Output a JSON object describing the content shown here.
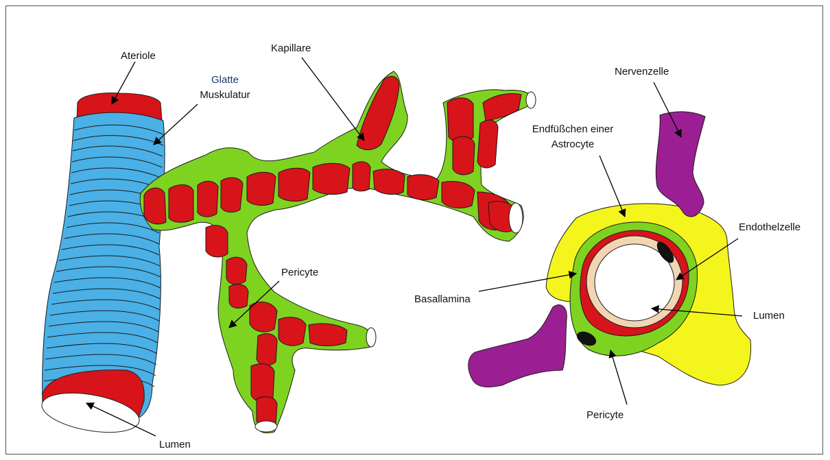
{
  "labels": {
    "ateriole": "Ateriole",
    "glatte": "Glatte",
    "muskulatur": "Muskulatur",
    "kapillare": "Kapillare",
    "pericyte_left": "Pericyte",
    "lumen_left": "Lumen",
    "nervenzelle": "Nervenzelle",
    "endfuesschen_line1": "Endfüßchen einer",
    "endfuesschen_line2": "Astrocyte",
    "endothelzelle": "Endothelzelle",
    "basallamina": "Basallamina",
    "lumen_right": "Lumen",
    "pericyte_right": "Pericyte"
  },
  "colors": {
    "vessel_red": "#d7141a",
    "smooth_muscle_blue": "#4ab0e6",
    "pericyte_green": "#7ed321",
    "astrocyte_yellow": "#f5f51e",
    "neuron_purple": "#9b1f93",
    "endothelium_tan": "#f2d6b3",
    "lumen_white": "#ffffff",
    "label_blue": "#1f3a6e"
  }
}
